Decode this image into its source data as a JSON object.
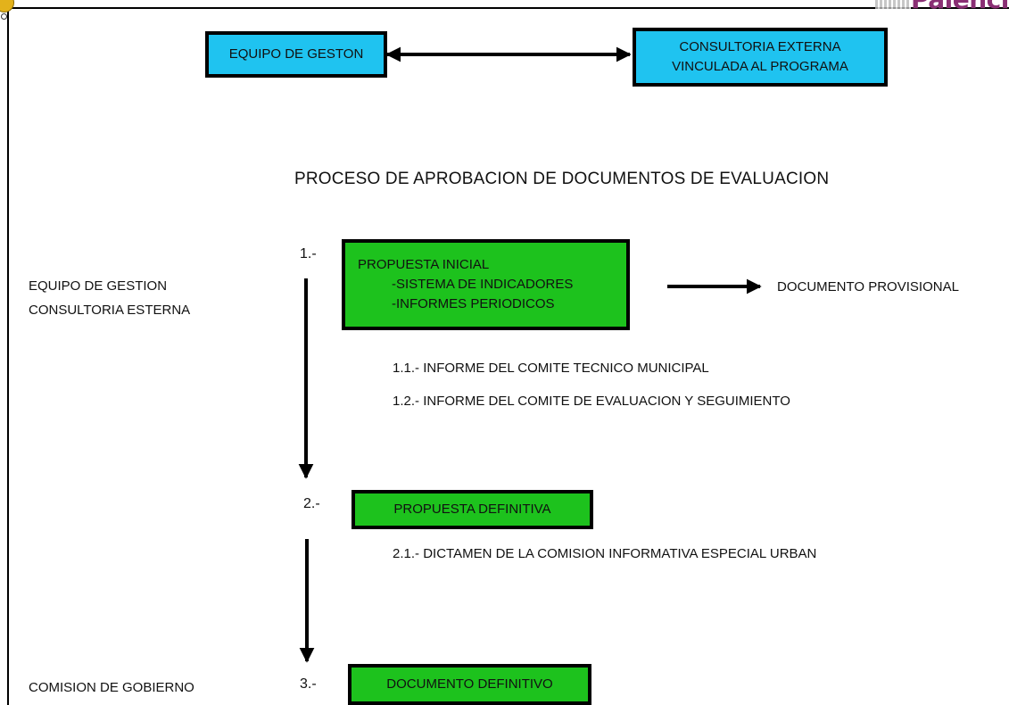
{
  "logo_right_text": "Palencia",
  "top": {
    "left_box": "EQUIPO DE GESTON",
    "right_box_lines": [
      "CONSULTORIA EXTERNA",
      "VINCULADA AL PROGRAMA"
    ]
  },
  "title": "PROCESO DE APROBACION DE DOCUMENTOS DE EVALUACION",
  "actors": {
    "first_lines": [
      "EQUIPO DE GESTION",
      "CONSULTORIA ESTERNA"
    ],
    "last": "COMISION DE GOBIERNO"
  },
  "steps": [
    {
      "number": "1.-",
      "box_lines": [
        "PROPUESTA INICIAL",
        "-SISTEMA DE INDICADORES",
        "-INFORMES PERIODICOS"
      ],
      "output": "DOCUMENTO PROVISIONAL",
      "substeps": [
        {
          "number": "1.1.-",
          "text": "INFORME DEL COMITE TECNICO MUNICIPAL"
        },
        {
          "number": "1.2.-",
          "text": "INFORME DEL COMITE DE EVALUACION Y SEGUIMIENTO"
        }
      ]
    },
    {
      "number": "2.-",
      "box_text": "PROPUESTA DEFINITIVA",
      "substeps": [
        {
          "number": "2.1.-",
          "text": "DICTAMEN DE LA COMISION INFORMATIVA ESPECIAL URBAN"
        }
      ]
    },
    {
      "number": "3.-",
      "box_text": "DOCUMENTO DEFINITIVO"
    }
  ],
  "colors": {
    "blue_box": "#1fc3f0",
    "green_box": "#1dc21d",
    "arrow": "#000000"
  }
}
